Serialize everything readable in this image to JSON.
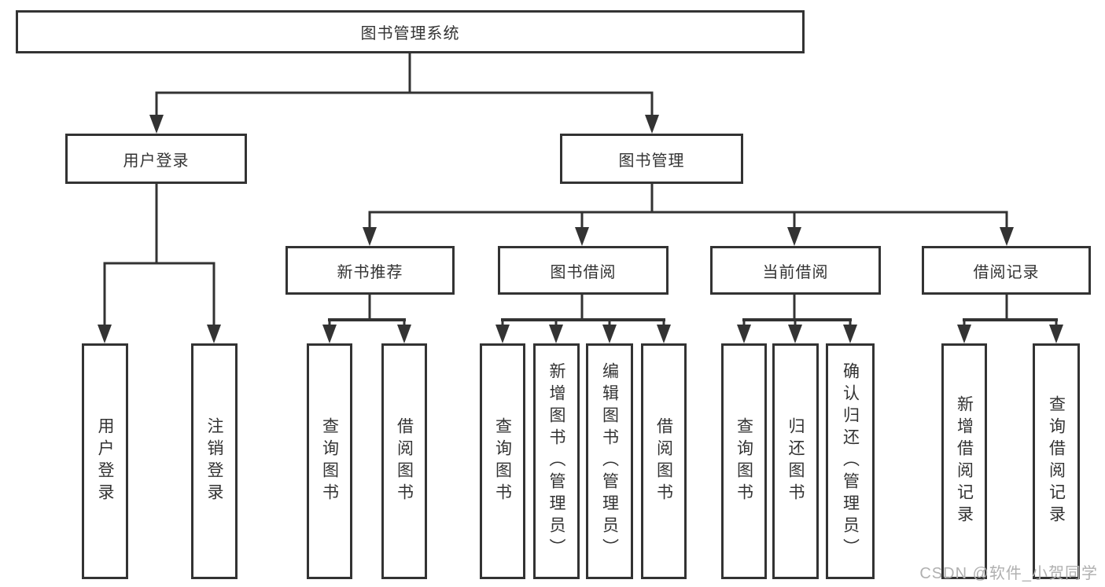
{
  "tree": {
    "root": "图书管理系统",
    "level1": [
      "用户登录",
      "图书管理"
    ],
    "level2": [
      "新书推荐",
      "图书借阅",
      "当前借阅",
      "借阅记录"
    ],
    "leaves": [
      "用户登录",
      "注销登录",
      "查询图书",
      "借阅图书",
      "查询图书",
      "新增图书（管理员）",
      "编辑图书（管理员）",
      "借阅图书",
      "查询图书",
      "归还图书",
      "确认归还（管理员）",
      "新增借阅记录",
      "查询借阅记录"
    ]
  },
  "watermark": "CSDN @软件_小贺同学",
  "colors": {
    "line": "#333333",
    "box_border": "#333333",
    "box_fill": "#ffffff",
    "text": "#333333",
    "watermark": "#b0b0b0",
    "background": "#ffffff"
  }
}
